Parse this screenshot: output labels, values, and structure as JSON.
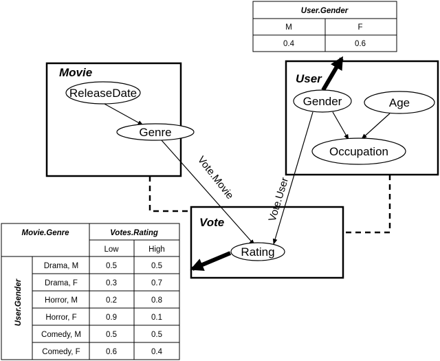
{
  "classes": {
    "movie": {
      "title": "Movie"
    },
    "user": {
      "title": "User"
    },
    "vote": {
      "title": "Vote"
    }
  },
  "nodes": {
    "release_date": "ReleaseDate",
    "genre": "Genre",
    "gender": "Gender",
    "age": "Age",
    "occupation": "Occupation",
    "rating": "Rating"
  },
  "slot_labels": {
    "vote_movie": "Vote.Movie",
    "vote_user": "Vote.User"
  },
  "gender_cpt": {
    "title": "User.Gender",
    "headers": [
      "M",
      "F"
    ],
    "values": [
      "0.4",
      "0.6"
    ]
  },
  "rating_cpt": {
    "corner_header": "Movie.Genre",
    "column_group_header": "Votes.Rating",
    "column_headers": [
      "Low",
      "High"
    ],
    "row_group_header": "User.Gender",
    "rows": [
      {
        "label": "Drama, M",
        "low": "0.5",
        "high": "0.5"
      },
      {
        "label": "Drama, F",
        "low": "0.3",
        "high": "0.7"
      },
      {
        "label": "Horror, M",
        "low": "0.2",
        "high": "0.8"
      },
      {
        "label": "Horror, F",
        "low": "0.9",
        "high": "0.1"
      },
      {
        "label": "Comedy, M",
        "low": "0.5",
        "high": "0.5"
      },
      {
        "label": "Comedy, F",
        "low": "0.6",
        "high": "0.4"
      }
    ]
  }
}
